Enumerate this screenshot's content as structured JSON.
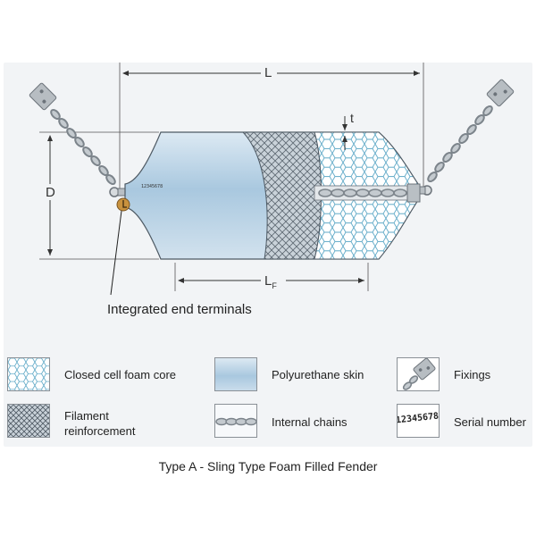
{
  "labels": {
    "length": "L",
    "thickness": "t",
    "diameter": "D",
    "length_foam": "L",
    "length_foam_sub": "F",
    "serial_text": "12345678",
    "callout": "Integrated end terminals"
  },
  "legend": [
    {
      "key": "foam",
      "label": "Closed cell foam core"
    },
    {
      "key": "skin",
      "label": "Polyurethane skin"
    },
    {
      "key": "fixings",
      "label": "Fixings"
    },
    {
      "key": "filament",
      "label": "Filament reinforcement"
    },
    {
      "key": "chains",
      "label": "Internal chains"
    },
    {
      "key": "serial",
      "label": "Serial number",
      "swatch_text": "12345678"
    }
  ],
  "caption": "Type A - Sling Type Foam Filled Fender",
  "colors": {
    "panel": "#f2f4f6",
    "skin": "#b9d3e6",
    "foam_line": "#5fa9c7",
    "terminal": "#c8923e",
    "chain": "#9aa1a7"
  }
}
